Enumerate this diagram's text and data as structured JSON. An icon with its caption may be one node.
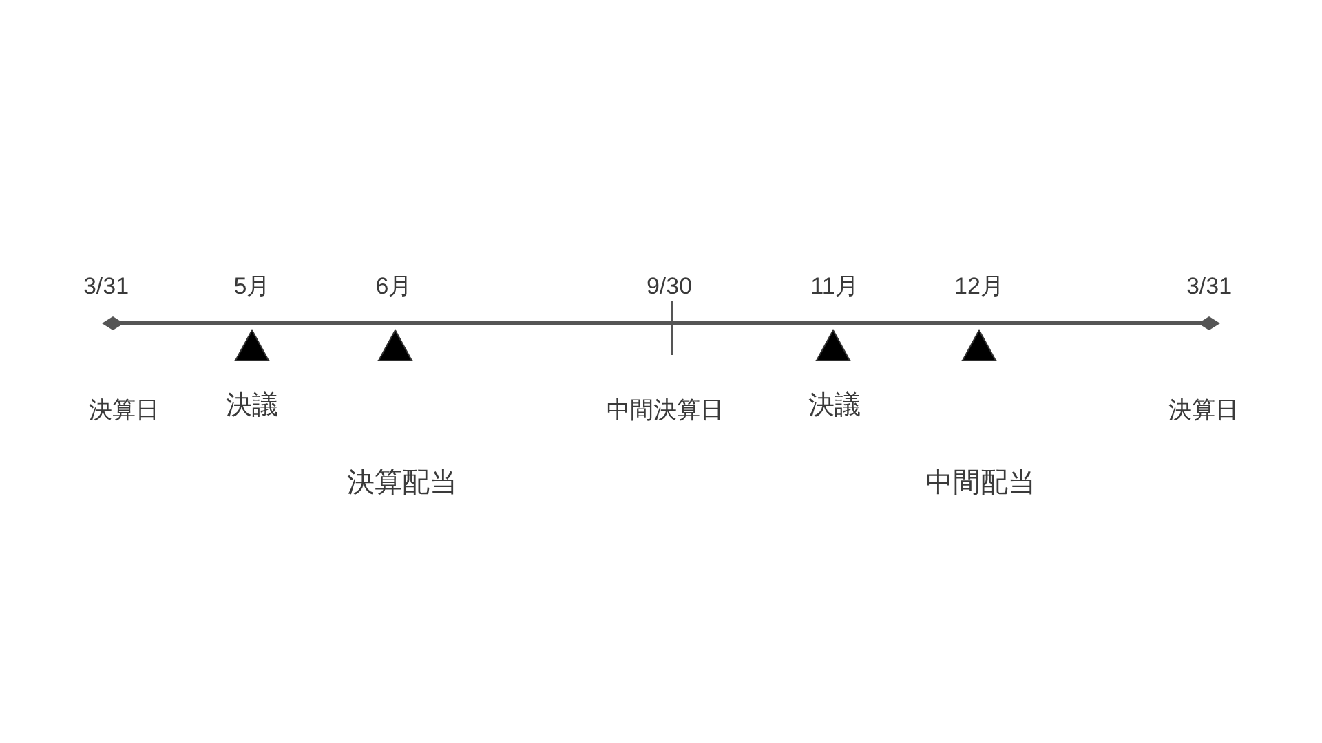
{
  "diagram": {
    "labels": [
      "3/31",
      "5月",
      "6月",
      "9/30",
      "11月",
      "12月",
      "3/31",
      "決算日",
      "決議",
      "中間決算日",
      "決議",
      "決算日",
      "決算配当",
      "中間配当"
    ]
  }
}
